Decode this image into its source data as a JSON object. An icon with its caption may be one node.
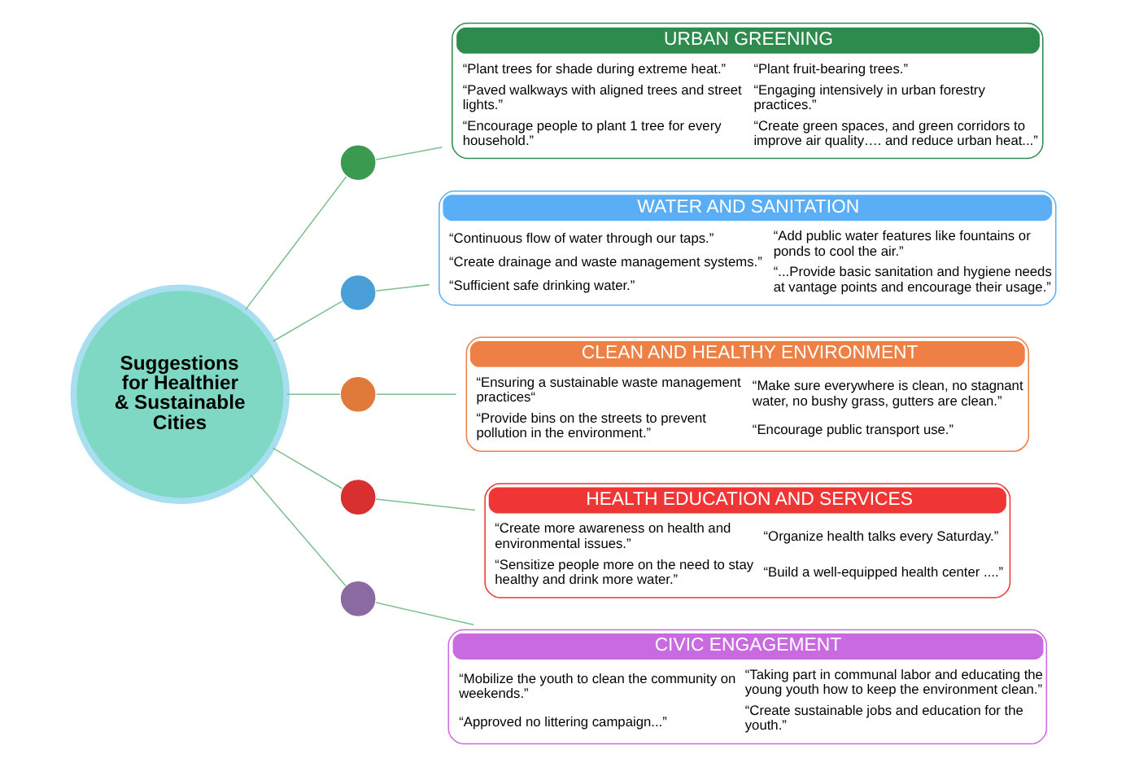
{
  "diagram": {
    "nodes": [
      {
        "text": [
          "Suggestions for Healthier & Sustainable Cities"
        ]
      },
      {
        "text": [],
        "shape": "circle"
      },
      {
        "text": [
          "URBAN GREENING",
          "“Plant trees for shade during extreme heat.”",
          "“Paved walkways with aligned trees and street lights.”",
          "“Encourage people to plant 1 tree for every household.”",
          "“Plant fruit-bearing trees.”",
          "“Engaging intensively in urban forestry practices.”",
          "“Create green spaces, and green corridors to improve air quality…. and reduce urban heat...”"
        ]
      },
      {
        "text": [],
        "shape": "circle"
      },
      {
        "text": [
          "WATER AND SANITATION",
          "“Continuous flow of water through our taps.”",
          "“Create drainage and waste management systems.”",
          "“Sufficient safe drinking water.”",
          "“Add public water features like fountains or ponds to cool the air.”",
          "“...Provide basic sanitation and hygiene needs at vantage points and encourage their usage.”"
        ]
      },
      {
        "text": [],
        "shape": "circle"
      },
      {
        "text": [
          "CLEAN AND HEALTHY ENVIRONMENT",
          "“Ensuring a sustainable waste management practices“",
          "“Provide bins on the streets to prevent pollution in the environment.”",
          "“Make sure everywhere is clean, no stagnant water, no bushy grass, gutters are clean.”",
          "“Encourage public transport use.”"
        ]
      },
      {
        "text": [],
        "shape": "circle"
      },
      {
        "text": [
          "HEALTH EDUCATION AND SERVICES",
          "“Create more awareness on health and environmental issues.”",
          "“Sensitize people more on the need to stay healthy and drink more water.”",
          "“Organize health talks every Saturday.”",
          "“Build a well-equipped health center ....”"
        ]
      },
      {
        "text": [],
        "shape": "circle"
      },
      {
        "text": [
          "CIVIC ENGAGEMENT",
          "“Mobilize the youth to clean the community on weekends.”",
          "“Approved no littering campaign...”",
          "“Taking part in communal labor and educating the young youth how to keep the environment clean.”",
          "“Create sustainable jobs and education for the youth.”"
        ]
      }
    ],
    "edges": [
      {
        "from": 0,
        "to": 1,
        "arrow": "none"
      },
      {
        "from": 0,
        "to": 3,
        "arrow": "none"
      },
      {
        "from": 0,
        "to": 5,
        "arrow": "none"
      },
      {
        "from": 0,
        "to": 7,
        "arrow": "none"
      },
      {
        "from": 0,
        "to": 9,
        "arrow": "none"
      },
      {
        "from": 1,
        "to": 2,
        "arrow": "none"
      },
      {
        "from": 3,
        "to": 4,
        "arrow": "none"
      },
      {
        "from": 5,
        "to": 6,
        "arrow": "none"
      },
      {
        "from": 7,
        "to": 8,
        "arrow": "none"
      },
      {
        "from": 9,
        "to": 10,
        "arrow": "none"
      }
    ]
  }
}
